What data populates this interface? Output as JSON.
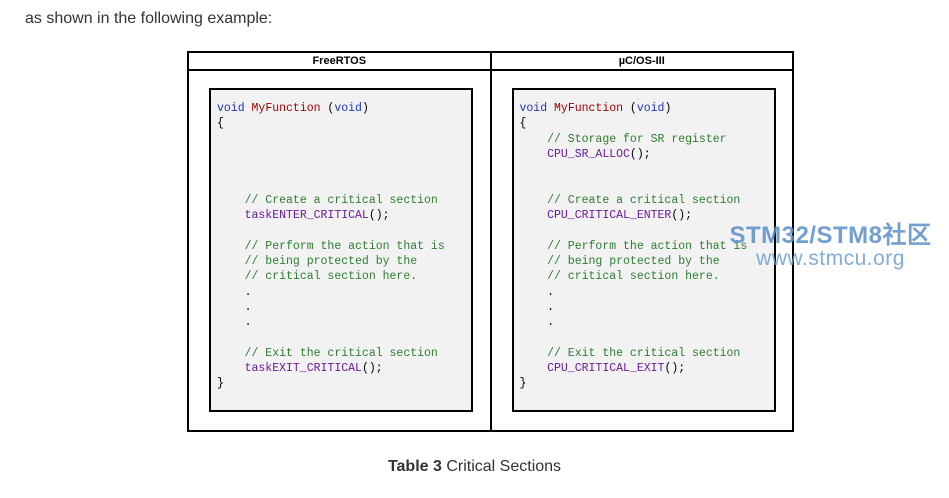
{
  "intro_text": "as shown in the following example:",
  "table": {
    "headers": [
      "FreeRTOS",
      "µC/OS-III"
    ],
    "freertos_code": [
      [
        {
          "t": "void",
          "c": "kw"
        },
        {
          "t": " ",
          "c": "pl"
        },
        {
          "t": "MyFunction",
          "c": "fn"
        },
        {
          "t": " (",
          "c": "pl"
        },
        {
          "t": "void",
          "c": "kw"
        },
        {
          "t": ")",
          "c": "pl"
        }
      ],
      [
        {
          "t": "{",
          "c": "pl"
        }
      ],
      [],
      [],
      [],
      [],
      [
        {
          "t": "    // Create a critical section",
          "c": "cm"
        }
      ],
      [
        {
          "t": "    taskENTER_CRITICAL",
          "c": "mc"
        },
        {
          "t": "();",
          "c": "pl"
        }
      ],
      [],
      [
        {
          "t": "    // Perform the action that is",
          "c": "cm"
        }
      ],
      [
        {
          "t": "    // being protected by the",
          "c": "cm"
        }
      ],
      [
        {
          "t": "    // critical section here.",
          "c": "cm"
        }
      ],
      [
        {
          "t": "    .",
          "c": "pl"
        }
      ],
      [
        {
          "t": "    .",
          "c": "pl"
        }
      ],
      [
        {
          "t": "    .",
          "c": "pl"
        }
      ],
      [],
      [
        {
          "t": "    // Exit the critical section",
          "c": "cm"
        }
      ],
      [
        {
          "t": "    taskEXIT_CRITICAL",
          "c": "mc"
        },
        {
          "t": "();",
          "c": "pl"
        }
      ],
      [
        {
          "t": "}",
          "c": "pl"
        }
      ]
    ],
    "ucos_code": [
      [
        {
          "t": "void",
          "c": "kw"
        },
        {
          "t": " ",
          "c": "pl"
        },
        {
          "t": "MyFunction",
          "c": "fn"
        },
        {
          "t": " (",
          "c": "pl"
        },
        {
          "t": "void",
          "c": "kw"
        },
        {
          "t": ")",
          "c": "pl"
        }
      ],
      [
        {
          "t": "{",
          "c": "pl"
        }
      ],
      [
        {
          "t": "    // Storage for SR register",
          "c": "cm"
        }
      ],
      [
        {
          "t": "    CPU_SR_ALLOC",
          "c": "mc"
        },
        {
          "t": "();",
          "c": "pl"
        }
      ],
      [],
      [],
      [
        {
          "t": "    // Create a critical section",
          "c": "cm"
        }
      ],
      [
        {
          "t": "    CPU_CRITICAL_ENTER",
          "c": "mc"
        },
        {
          "t": "();",
          "c": "pl"
        }
      ],
      [],
      [
        {
          "t": "    // Perform the action that is",
          "c": "cm"
        }
      ],
      [
        {
          "t": "    // being protected by the",
          "c": "cm"
        }
      ],
      [
        {
          "t": "    // critical section here.",
          "c": "cm"
        }
      ],
      [
        {
          "t": "    .",
          "c": "pl"
        }
      ],
      [
        {
          "t": "    .",
          "c": "pl"
        }
      ],
      [
        {
          "t": "    .",
          "c": "pl"
        }
      ],
      [],
      [
        {
          "t": "    // Exit the critical section",
          "c": "cm"
        }
      ],
      [
        {
          "t": "    CPU_CRITICAL_EXIT",
          "c": "mc"
        },
        {
          "t": "();",
          "c": "pl"
        }
      ],
      [
        {
          "t": "}",
          "c": "pl"
        }
      ]
    ]
  },
  "watermark": {
    "title": "STM32/STM8社区",
    "url": "www.stmcu.org"
  },
  "caption": {
    "label": "Table 3",
    "text": " Critical Sections"
  },
  "colors": {
    "keyword": "#2233bb",
    "function_name": "#990000",
    "comment": "#2e7d32",
    "macro": "#6a1b9a"
  }
}
